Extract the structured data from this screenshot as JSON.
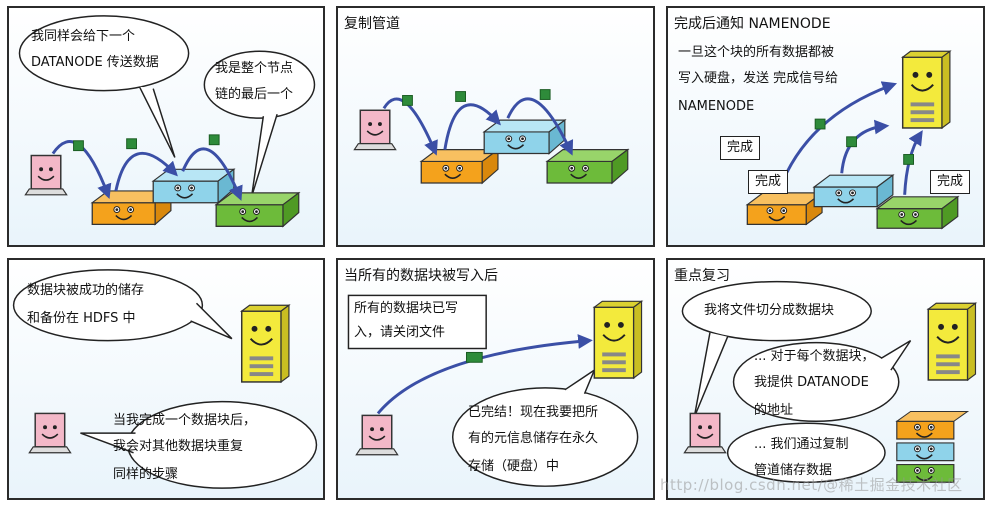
{
  "panels": [
    {
      "title": "",
      "bubbles": [
        "我同样会给下一个",
        "DATANODE 传送数据",
        "我是整个节点",
        "链的最后一个"
      ]
    },
    {
      "title": "复制管道",
      "bubbles": []
    },
    {
      "title": "完成后通知 NAMENODE",
      "bubbles": [
        "一旦这个块的所有数据都被",
        "写入硬盘，发送 完成信号给",
        "NAMENODE"
      ],
      "tags": [
        "完成",
        "完成",
        "完成"
      ]
    },
    {
      "title": "",
      "bubbles": [
        "数据块被成功的储存",
        "和备份在 HDFS 中",
        "当我完成一个数据块后，",
        "我会对其他数据块重复",
        "同样的步骤"
      ]
    },
    {
      "title": "当所有的数据块被写入后",
      "bubbles": [
        "所有的数据块已写",
        "入，请关闭文件",
        "已完结！现在我要把所",
        "有的元信息储存在永久",
        "存储（硬盘）中"
      ]
    },
    {
      "title": "重点复习",
      "bubbles": [
        "我将文件切分成数据块",
        "... 对于每个数据块，",
        "我提供 DATANODE",
        "的地址",
        "... 我们通过复制",
        "管道储存数据"
      ]
    }
  ],
  "watermark": "http://blog.csdn.net/@稀土掘金技术社区",
  "colors": {
    "arrow": "#3b4fa6",
    "packet": "#2e8b3a",
    "orange": "#f4a21c",
    "blue": "#8fd3ea",
    "green": "#6dbb3a",
    "server": "#f3ea3c",
    "laptop": "#f3b8c8"
  }
}
